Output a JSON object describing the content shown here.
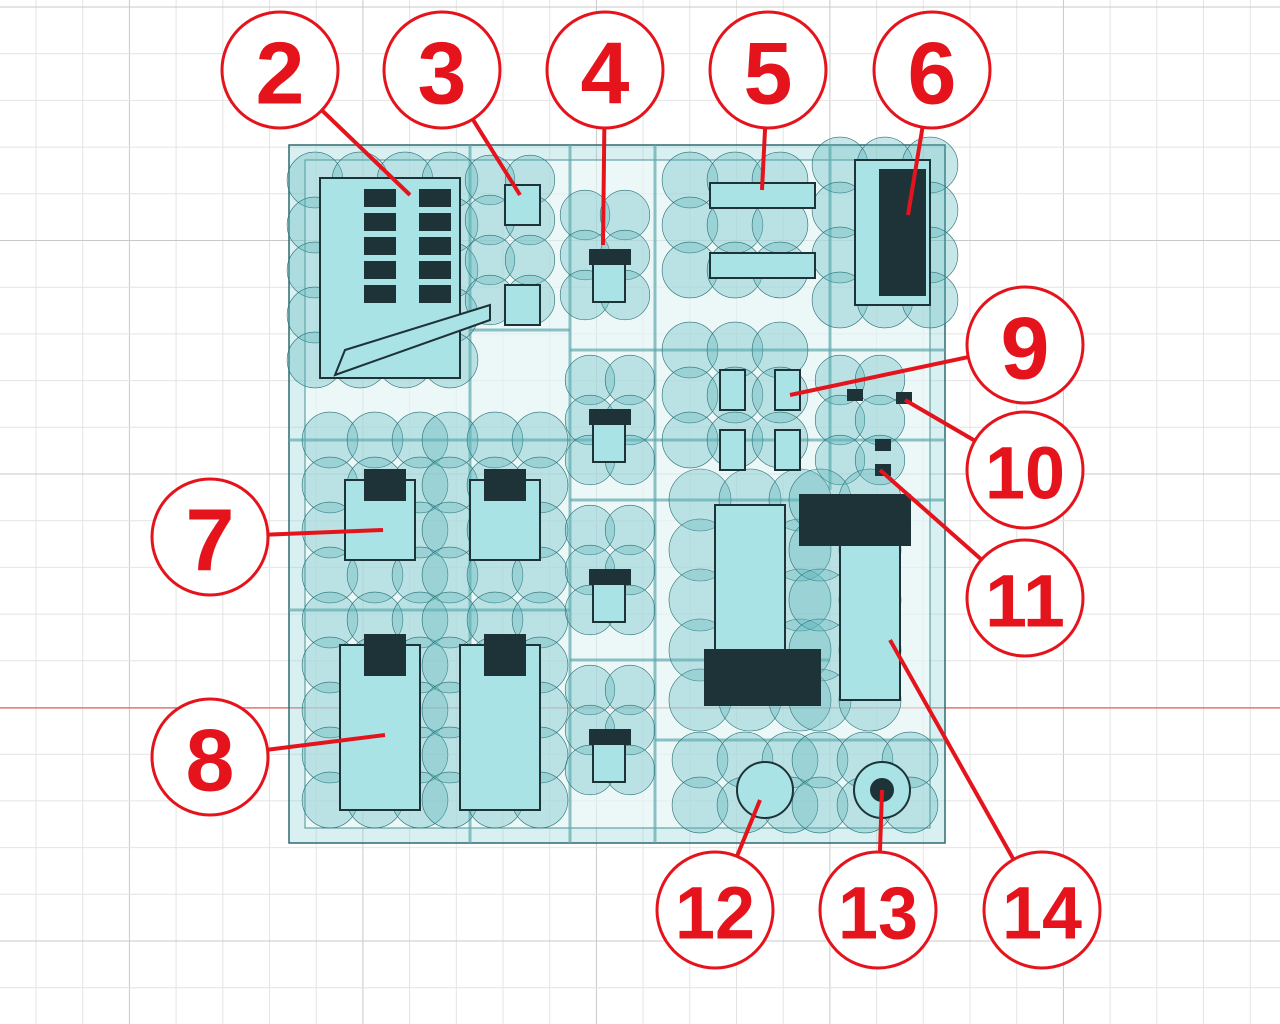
{
  "colors": {
    "callout": "#e5141c",
    "model": "#8fd3d6",
    "part": "#1d3338",
    "grid": "#e4e4e4",
    "grid_major": "#c8c8c8",
    "axis": "#e05050"
  },
  "callouts": [
    {
      "label": "2",
      "target": "engine-block"
    },
    {
      "label": "3",
      "target": "small-bracket"
    },
    {
      "label": "4",
      "target": "chair-part"
    },
    {
      "label": "5",
      "target": "rail-part"
    },
    {
      "label": "6",
      "target": "radiator-panel"
    },
    {
      "label": "7",
      "target": "seat-assembly"
    },
    {
      "label": "8",
      "target": "frame-assembly"
    },
    {
      "label": "9",
      "target": "angled-plate"
    },
    {
      "label": "10",
      "target": "small-clip"
    },
    {
      "label": "11",
      "target": "small-pin"
    },
    {
      "label": "12",
      "target": "turbine-left"
    },
    {
      "label": "13",
      "target": "turbine-right"
    },
    {
      "label": "14",
      "target": "cylinder-engine"
    }
  ]
}
